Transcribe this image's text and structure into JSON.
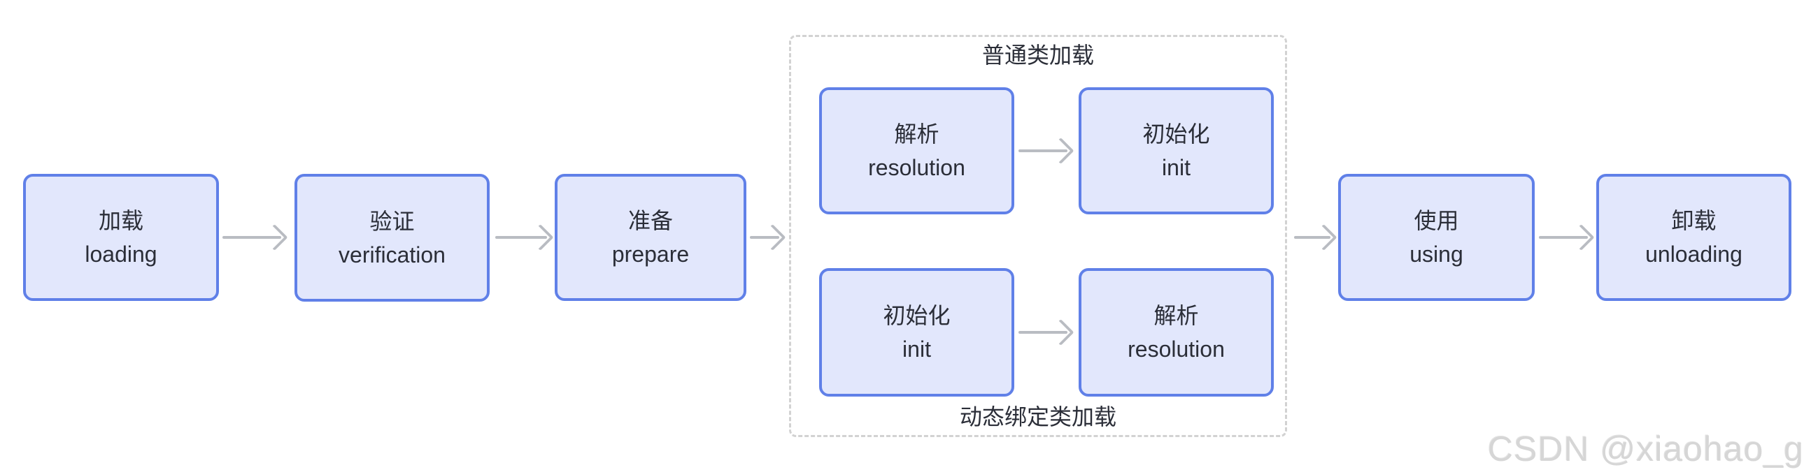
{
  "diagram": {
    "title_semantic": "JVM class loading lifecycle flow",
    "nodes": {
      "loading": {
        "zh": "加载",
        "en": "loading"
      },
      "verification": {
        "zh": "验证",
        "en": "verification"
      },
      "prepare": {
        "zh": "准备",
        "en": "prepare"
      },
      "resolution_top": {
        "zh": "解析",
        "en": "resolution"
      },
      "init_top": {
        "zh": "初始化",
        "en": "init"
      },
      "init_bottom": {
        "zh": "初始化",
        "en": "init"
      },
      "resolution_bottom": {
        "zh": "解析",
        "en": "resolution"
      },
      "using": {
        "zh": "使用",
        "en": "using"
      },
      "unloading": {
        "zh": "卸载",
        "en": "unloading"
      }
    },
    "groups": {
      "normal_class_loading": "普通类加载",
      "dynamic_binding_class_loading": "动态绑定类加载"
    },
    "colors": {
      "node_fill": "#e2e7fc",
      "node_border": "#6080e8",
      "arrow": "#b9bcc2",
      "dashed_border": "#d2d2d2",
      "text": "#2b2e38",
      "watermark": "#d6d6d6",
      "bg": "#ffffff"
    }
  },
  "watermark": {
    "text": "CSDN @xiaohao_g"
  }
}
